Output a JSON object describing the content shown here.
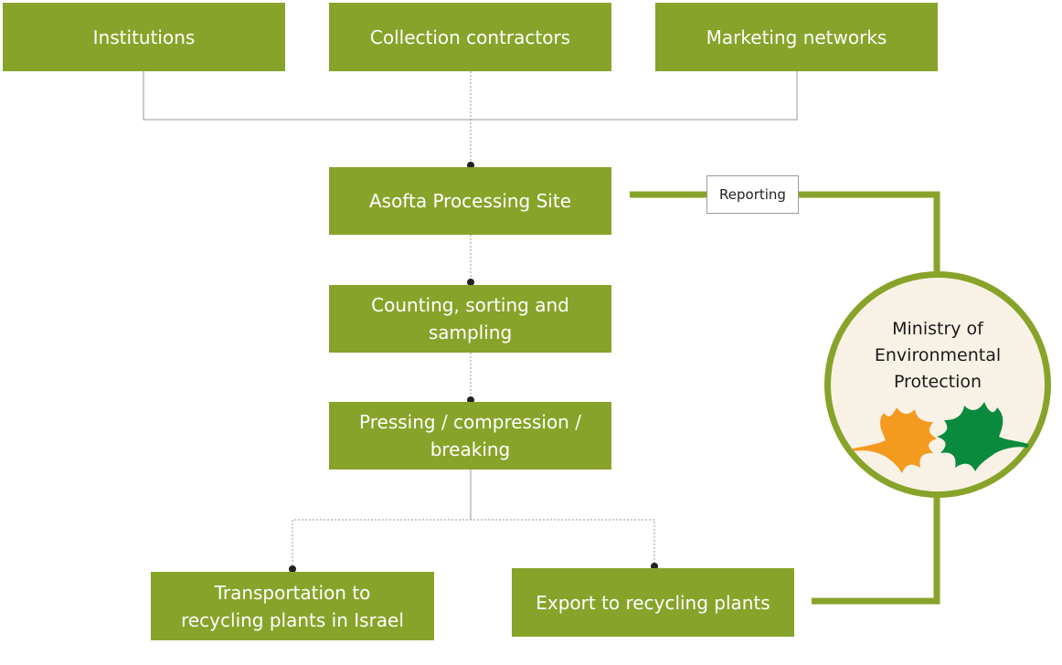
{
  "nodes": {
    "institutions": "Institutions",
    "collection": "Collection contractors",
    "marketing": "Marketing networks",
    "processing": "Asofta Processing Site",
    "counting": "Counting, sorting and\nsampling",
    "pressing": "Pressing / compression /\nbreaking",
    "transport": "Transportation to\nrecycling plants in Israel",
    "export": "Export to recycling plants"
  },
  "reporting_label": "Reporting",
  "ministry": "Ministry of\nEnvironmental\nProtection",
  "colors": {
    "box": "#88a32a",
    "connector": "#999999",
    "orange_leaf": "#f39a1f",
    "green_leaf": "#0a8a3e"
  }
}
